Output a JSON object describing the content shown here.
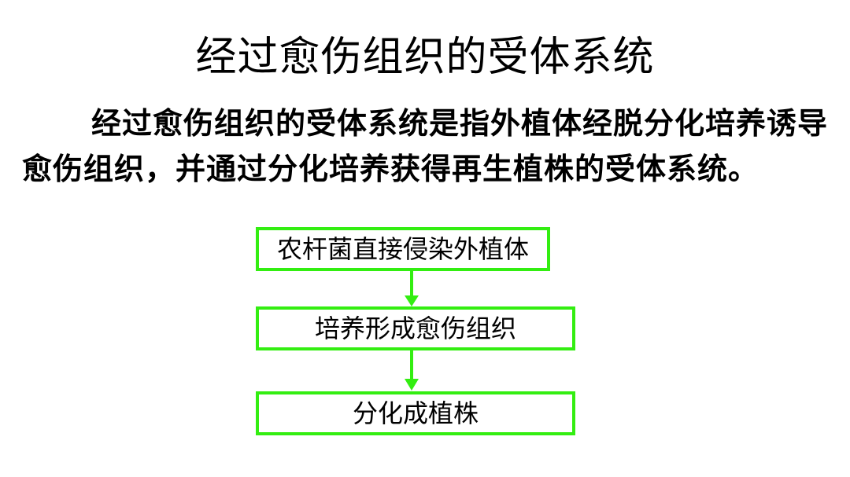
{
  "slide": {
    "title": "经过愈伤组织的受体系统",
    "paragraph": "经过愈伤组织的受体系统是指外植体经脱分化培养诱导愈伤组织，并通过分化培养获得再生植株的受体系统。"
  },
  "flowchart": {
    "steps": [
      {
        "label": "农杆菌直接侵染外植体"
      },
      {
        "label": "培养形成愈伤组织"
      },
      {
        "label": "分化成植株"
      }
    ],
    "colors": {
      "box_border": "#33ee11",
      "arrow": "#33ee11"
    }
  }
}
